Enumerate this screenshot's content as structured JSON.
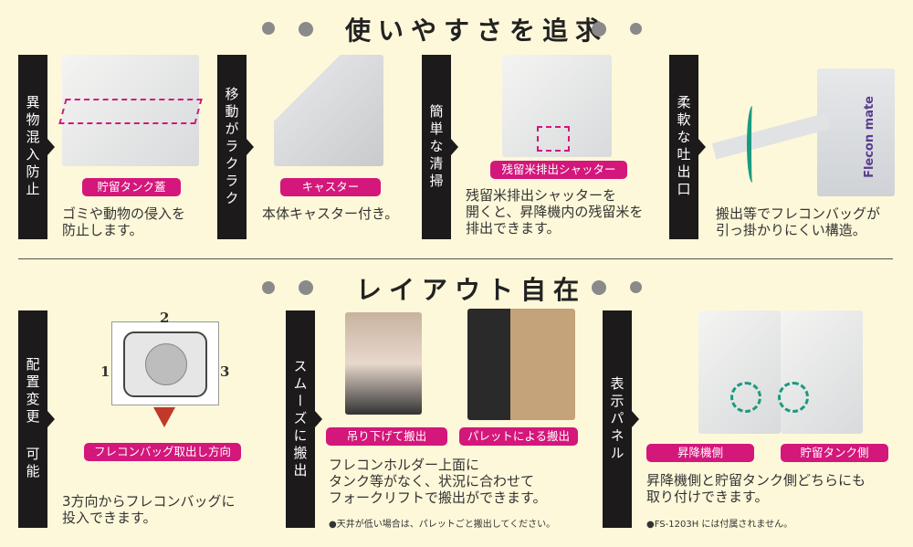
{
  "section1": {
    "title": "使いやすさを追求",
    "features": [
      {
        "label": "異物混入防止",
        "tag": "貯留タンク蓋",
        "desc": "ゴミや動物の侵入を\n防止します。"
      },
      {
        "label": "移動がラクラク",
        "tag": "キャスター",
        "desc": "本体キャスター付き。"
      },
      {
        "label": "簡単な清掃",
        "tag": "残留米排出シャッター",
        "desc": "残留米排出シャッターを\n開くと、昇降機内の残留米を\n排出できます。"
      },
      {
        "label": "柔軟な吐出口",
        "desc": "搬出等でフレコンバッグが\n引っ掛かりにくい構造。",
        "logo": "Flecon mate"
      }
    ]
  },
  "section2": {
    "title": "レイアウト自在",
    "features": [
      {
        "label": "配置変更 可能",
        "tag": "フレコンバッグ取出し方向",
        "desc": "3方向からフレコンバッグに\n投入できます。",
        "numbers": [
          "1",
          "2",
          "3"
        ]
      },
      {
        "label": "スムーズに搬出",
        "tags": [
          "吊り下げて搬出",
          "パレットによる搬出"
        ],
        "desc": "フレコンホルダー上面に\nタンク等がなく、状況に合わせて\nフォークリフトで搬出ができます。",
        "note": "●天井が低い場合は、パレットごと搬出してください。"
      },
      {
        "label": "表示パネル",
        "tags": [
          "昇降機側",
          "貯留タンク側"
        ],
        "desc": "昇降機側と貯留タンク側どちらにも\n取り付けできます。",
        "note": "●FS-1203H には付属されません。"
      }
    ]
  },
  "colors": {
    "background": "#fdf8d9",
    "accent": "#d3177b",
    "bar": "#1c1a1a",
    "arrow": "#1a9a80"
  }
}
